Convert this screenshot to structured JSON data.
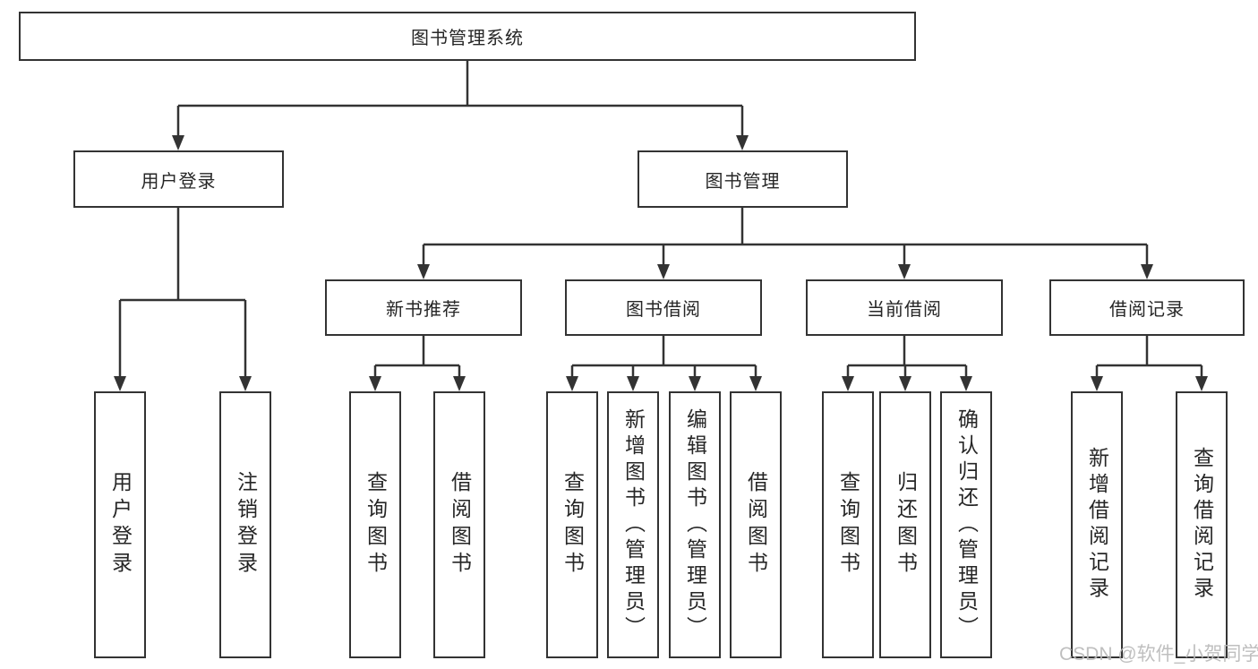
{
  "tree": {
    "label": "图书管理系统",
    "children": [
      {
        "label": "用户登录",
        "children": [
          {
            "label": "用户登录"
          },
          {
            "label": "注销登录"
          }
        ]
      },
      {
        "label": "图书管理",
        "children": [
          {
            "label": "新书推荐",
            "children": [
              {
                "label": "查询图书"
              },
              {
                "label": "借阅图书"
              }
            ]
          },
          {
            "label": "图书借阅",
            "children": [
              {
                "label": "查询图书"
              },
              {
                "label": "新增图书（管理员）"
              },
              {
                "label": "编辑图书（管理员）"
              },
              {
                "label": "借阅图书"
              }
            ]
          },
          {
            "label": "当前借阅",
            "children": [
              {
                "label": "查询图书"
              },
              {
                "label": "归还图书"
              },
              {
                "label": "确认归还（管理员）"
              }
            ]
          },
          {
            "label": "借阅记录",
            "children": [
              {
                "label": "新增借阅记录"
              },
              {
                "label": "查询借阅记录"
              }
            ]
          }
        ]
      }
    ]
  },
  "watermark": "CSDN @软件_小贺同学",
  "colors": {
    "line": "#333333",
    "text": "#262626",
    "watermark": "#bababa",
    "background": "#ffffff"
  }
}
